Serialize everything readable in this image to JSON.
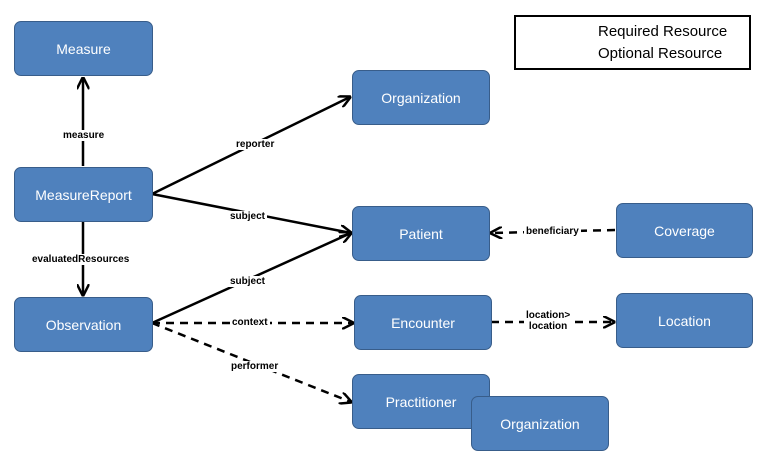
{
  "legend": {
    "required_label": "Required Resource",
    "optional_label": "Optional Resource"
  },
  "nodes": {
    "measure": "Measure",
    "measure_report": "MeasureReport",
    "observation": "Observation",
    "organization_top": "Organization",
    "patient": "Patient",
    "coverage": "Coverage",
    "encounter": "Encounter",
    "location": "Location",
    "practitioner": "Practitioner",
    "organization_bottom": "Organization"
  },
  "edges": {
    "measure": "measure",
    "reporter": "reporter",
    "subject_report": "subject",
    "evaluated_resources": "evaluatedResources",
    "subject_observation": "subject",
    "beneficiary": "beneficiary",
    "context": "context",
    "location_line1": "location>",
    "location_line2": "location",
    "performer": "performer"
  },
  "colors": {
    "node_fill": "#4f81bd",
    "node_border": "#385d8a",
    "line": "#000000"
  }
}
